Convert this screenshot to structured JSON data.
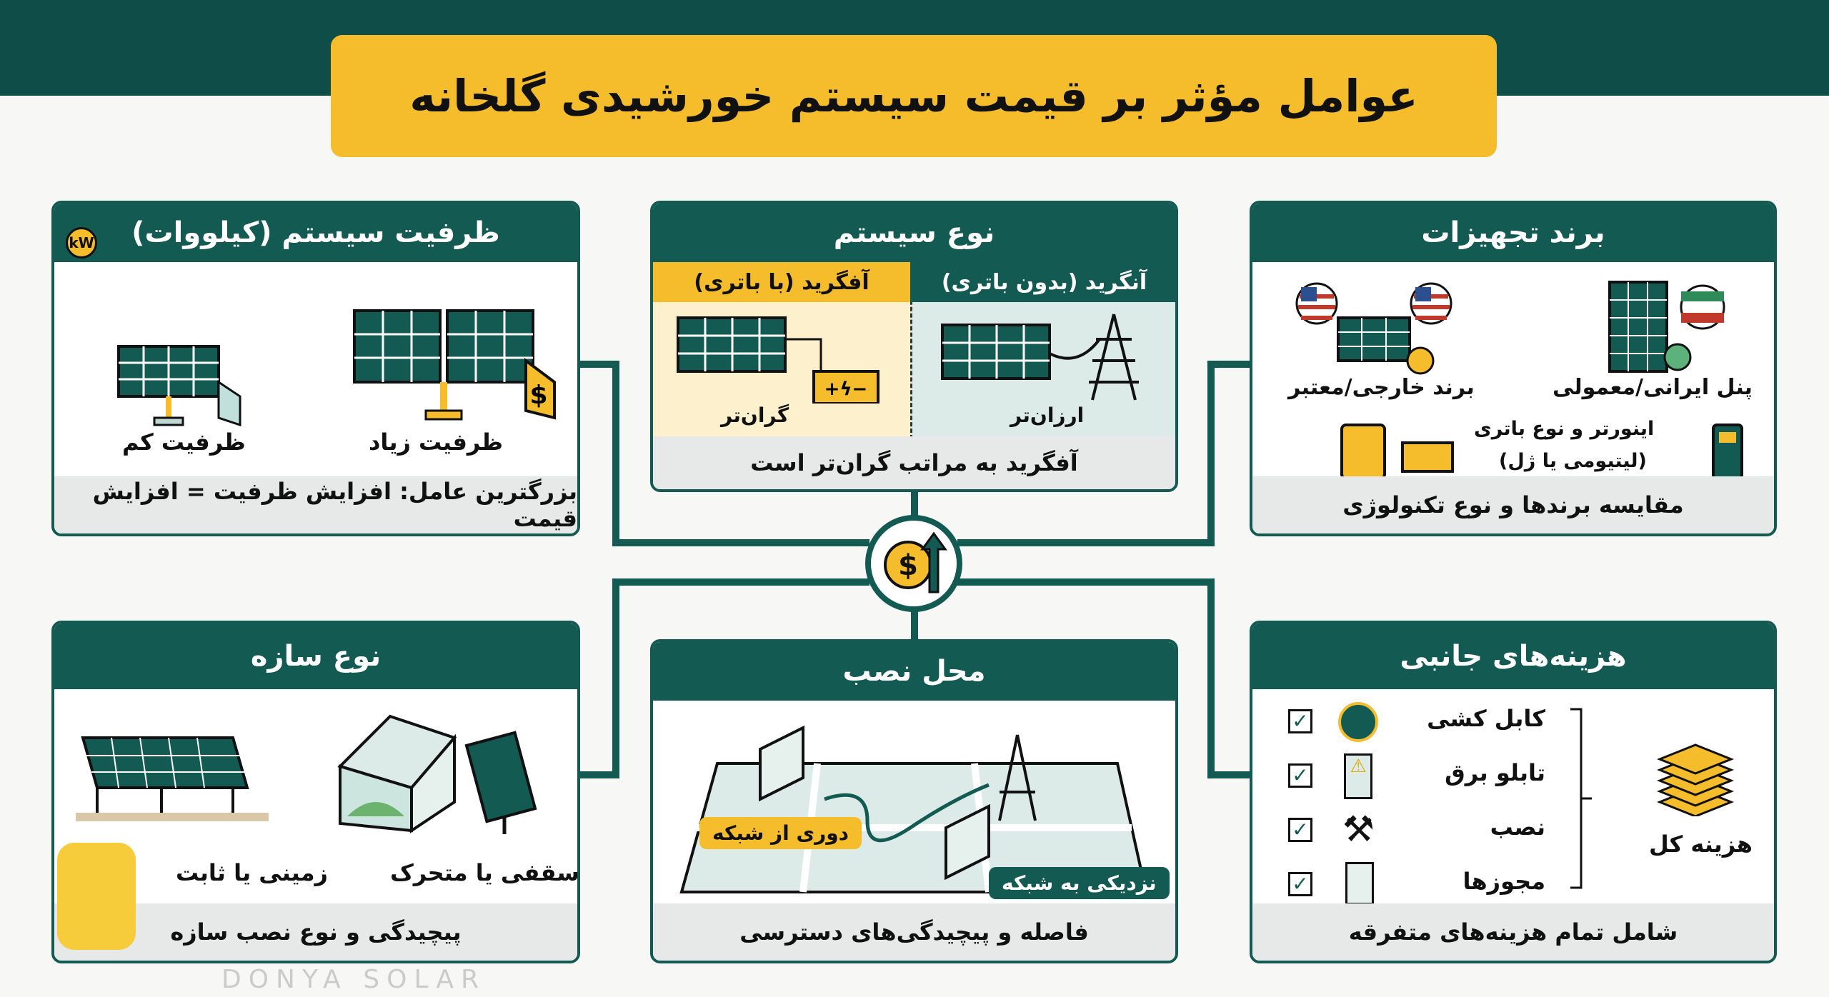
{
  "title": "عوامل مؤثر بر قیمت سیستم خورشیدی گلخانه",
  "colors": {
    "primary": "#135a52",
    "accent": "#f5bd2c",
    "footer": "#e6e9e8"
  },
  "hub_icon": "dollar-coin-arrow-up-icon",
  "capacity": {
    "title": "ظرفیت سیستم (کیلووات)",
    "high": "ظرفیت زیاد",
    "low": "ظرفیت کم",
    "footer": "بزرگترین عامل: افزایش ظرفیت = افزایش قیمت",
    "badge": "kW"
  },
  "system_type": {
    "title": "نوع سیستم",
    "offgrid": "آفگرید (با باتری)",
    "ongrid": "آنگرید (بدون باتری)",
    "expensive": "گران‌تر",
    "cheaper": "ارزان‌تر",
    "footer": "آفگرید به مراتب گران‌تر است"
  },
  "brand": {
    "title": "برند تجهیزات",
    "foreign": "برند خارجی/معتبر",
    "iranian": "پنل ایرانی/معمولی",
    "inverter": "اینورتر و نوع باتری",
    "inverter_sub": "(لیتیومی یا ژل)",
    "footer": "مقایسه برندها و نوع تکنولوژی"
  },
  "structure": {
    "title": "نوع سازه",
    "ground": "زمینی یا ثابت",
    "roof": "سقفی یا متحرک",
    "footer": "پیچیدگی و نوع نصب سازه"
  },
  "location": {
    "title": "محل نصب",
    "far": "دوری از شبکه",
    "near": "نزدیکی به شبکه",
    "footer": "فاصله و پیچیدگی‌های دسترسی"
  },
  "side_costs": {
    "title": "هزینه‌های جانبی",
    "items": [
      "کابل کشی",
      "تابلو برق",
      "نصب",
      "مجوزها"
    ],
    "total": "هزینه کل",
    "footer": "شامل تمام هزینه‌های متفرقه"
  },
  "watermark": "DONYA SOLAR"
}
